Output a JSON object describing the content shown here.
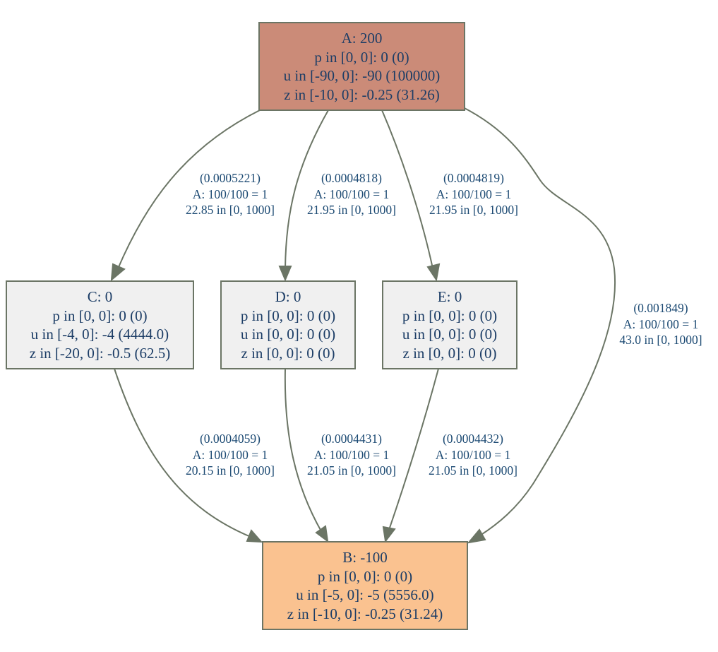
{
  "colors": {
    "edge": "#6b7565",
    "text": "#1c3d66",
    "node_a_fill": "#cb8b78",
    "node_b_fill": "#fac290",
    "node_default_fill": "#f0f0f0"
  },
  "nodes": {
    "A": {
      "title": "A: 200",
      "lines": [
        "p in [0, 0]: 0 (0)",
        "u in [-90, 0]: -90 (100000)",
        "z in [-10, 0]: -0.25 (31.26)"
      ]
    },
    "C": {
      "title": "C: 0",
      "lines": [
        "p in [0, 0]: 0 (0)",
        "u in [-4, 0]: -4 (4444.0)",
        "z in [-20, 0]: -0.5 (62.5)"
      ]
    },
    "D": {
      "title": "D: 0",
      "lines": [
        "p in [0, 0]: 0 (0)",
        "u in [0, 0]: 0 (0)",
        "z in [0, 0]: 0 (0)"
      ]
    },
    "E": {
      "title": "E: 0",
      "lines": [
        "p in [0, 0]: 0 (0)",
        "u in [0, 0]: 0 (0)",
        "z in [0, 0]: 0 (0)"
      ]
    },
    "B": {
      "title": "B: -100",
      "lines": [
        "p in [0, 0]: 0 (0)",
        "u in [-5, 0]: -5 (5556.0)",
        "z in [-10, 0]: -0.25 (31.24)"
      ]
    }
  },
  "edges": {
    "A_C": [
      "(0.0005221)",
      "A: 100/100 = 1",
      "22.85 in [0, 1000]"
    ],
    "A_D": [
      "(0.0004818)",
      "A: 100/100 = 1",
      "21.95 in [0, 1000]"
    ],
    "A_E": [
      "(0.0004819)",
      "A: 100/100 = 1",
      "21.95 in [0, 1000]"
    ],
    "A_B": [
      "(0.001849)",
      "A: 100/100 = 1",
      "43.0 in [0, 1000]"
    ],
    "C_B": [
      "(0.0004059)",
      "A: 100/100 = 1",
      "20.15 in [0, 1000]"
    ],
    "D_B": [
      "(0.0004431)",
      "A: 100/100 = 1",
      "21.05 in [0, 1000]"
    ],
    "E_B": [
      "(0.0004432)",
      "A: 100/100 = 1",
      "21.05 in [0, 1000]"
    ]
  }
}
